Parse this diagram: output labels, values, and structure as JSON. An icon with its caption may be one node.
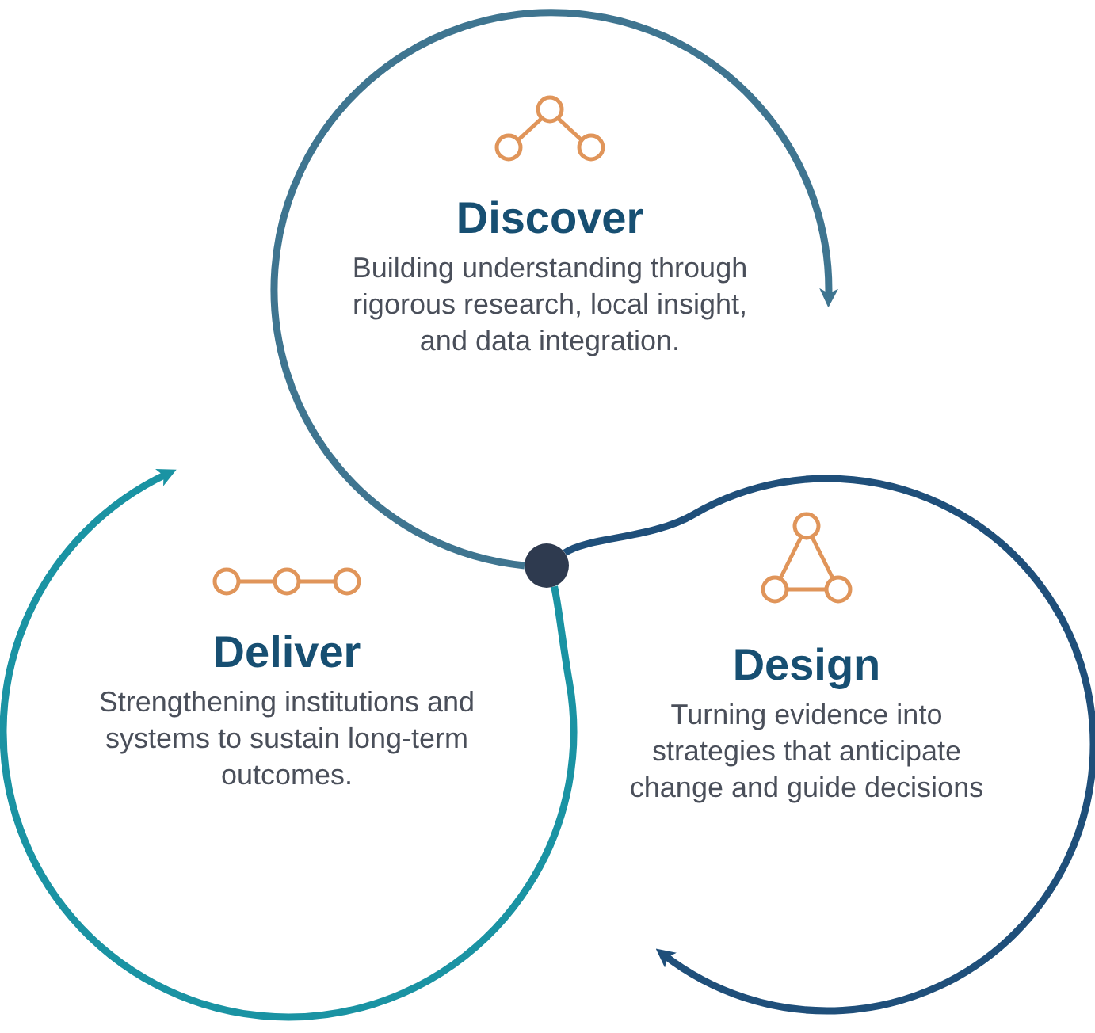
{
  "diagram": {
    "nodes": [
      {
        "text": [
          "Discover",
          "Building understanding through rigorous research, local insight, and data integration."
        ]
      },
      {
        "text": [
          "Design",
          "Turning evidence into strategies that anticipate change and guide decisions"
        ]
      },
      {
        "text": [
          "Deliver",
          "Strengthening institutions and systems to sustain long-term outcomes."
        ]
      },
      {
        "text": [],
        "shape": "circle"
      }
    ],
    "edges": [
      {
        "from": 3,
        "to": null,
        "arrow": "to",
        "color": "#3f7590"
      },
      {
        "from": 3,
        "to": null,
        "arrow": "to",
        "color": "#1f4f7a"
      },
      {
        "from": 3,
        "to": null,
        "arrow": "to",
        "color": "#1a93a3"
      }
    ]
  }
}
